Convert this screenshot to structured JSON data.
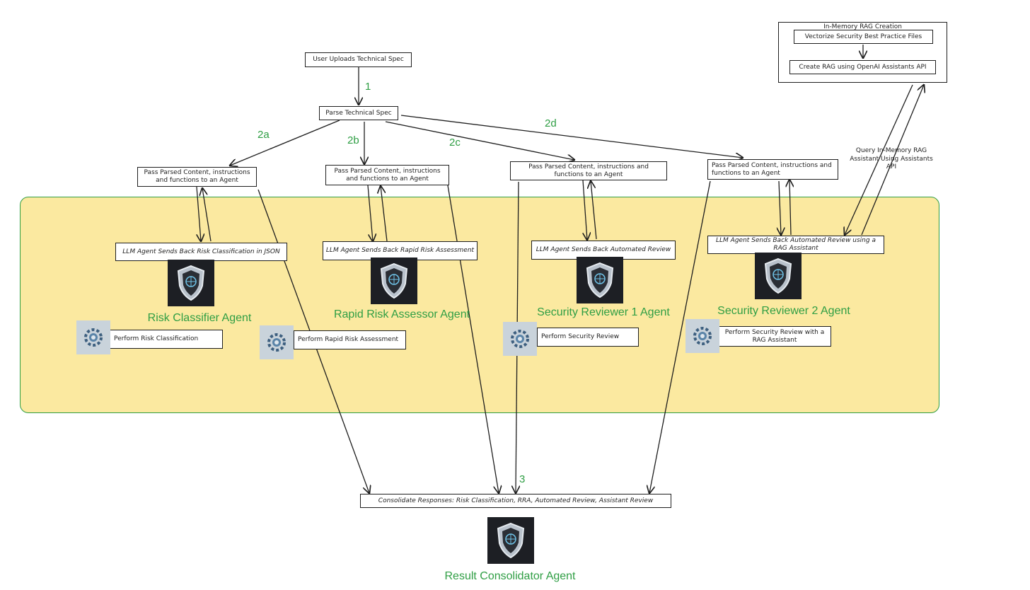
{
  "top": {
    "upload": "User Uploads Technical Spec",
    "parse": "Parse Technical Spec",
    "consolidate": "Consolidate Responses: Risk Classification, RRA, Automated Review, Assistant Review"
  },
  "steps": {
    "s1": "1",
    "s2a": "2a",
    "s2b": "2b",
    "s2c": "2c",
    "s2d": "2d",
    "s3": "3"
  },
  "pass_boxes": {
    "a": "Pass Parsed Content, instructions and functions to an Agent",
    "b": "Pass Parsed Content, instructions and functions to an Agent",
    "c": "Pass Parsed Content, instructions and functions to an Agent",
    "d": "Pass Parsed Content, instructions and functions to an Agent"
  },
  "responses": {
    "a": "LLM Agent Sends Back Risk Classification in JSON",
    "b": "LLM Agent Sends Back Rapid Risk Assessment",
    "c": "LLM Agent Sends Back Automated Review",
    "d": "LLM Agent Sends Back Automated Review using a RAG Assistant"
  },
  "agents": {
    "a": "Risk Classifier Agent",
    "b": "Rapid Risk Assessor Agent",
    "c": "Security Reviewer 1 Agent",
    "d": "Security Reviewer 2 Agent",
    "consolidator": "Result Consolidator Agent"
  },
  "tools": {
    "a": "Perform Risk Classification",
    "b": "Perform Rapid Risk Assessment",
    "c": "Perform Security Review",
    "d": "Perform Security Review with a RAG Assistant"
  },
  "rag": {
    "title": "In-Memory RAG Creation",
    "vectorize": "Vectorize Security Best Practice Files",
    "create": "Create RAG using OpenAI Assistants API",
    "query_note": "Query In-Memory RAG Assistant Using Assistants API"
  },
  "icons": {
    "agent_logo": "shield-brain-icon",
    "tool_logo": "gear-brain-icon"
  },
  "colors": {
    "accent_green": "#2f9e44",
    "zone_fill": "#fbe9a0",
    "stroke": "#1e1e1e",
    "logo_bg": "#1d1f24"
  }
}
